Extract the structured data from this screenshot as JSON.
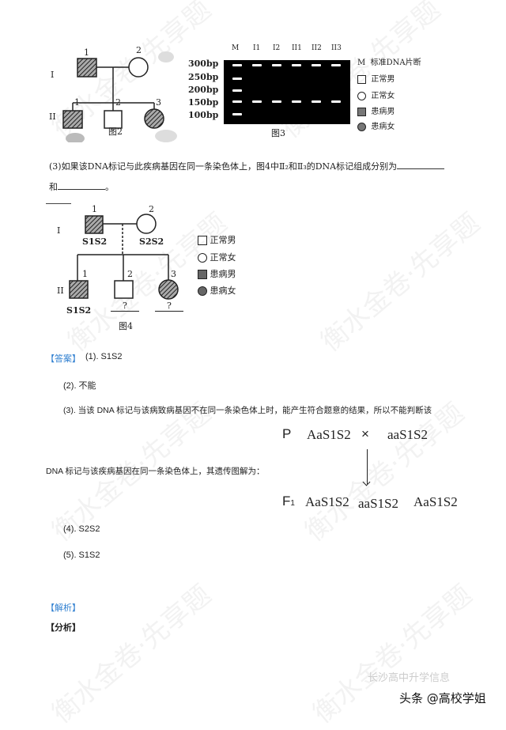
{
  "figure2": {
    "generation_labels": [
      "I",
      "II"
    ],
    "individual_numbers": [
      "1",
      "2",
      "1",
      "2",
      "3"
    ],
    "caption": "图2"
  },
  "figure3": {
    "lane_labels": [
      "M",
      "I1",
      "I2",
      "II1",
      "II2",
      "II3"
    ],
    "bp_labels": [
      "300bp",
      "250bp",
      "200bp",
      "150bp",
      "100bp"
    ],
    "caption": "图3",
    "legend": [
      {
        "symbol": "M",
        "label": "标准DNA片断"
      },
      {
        "symbol": "square-open",
        "label": "正常男"
      },
      {
        "symbol": "circle-open",
        "label": "正常女"
      },
      {
        "symbol": "square-filled",
        "label": "患病男"
      },
      {
        "symbol": "circle-filled",
        "label": "患病女"
      }
    ]
  },
  "question3": {
    "text": "(3)如果该DNA标记与此疾病基因在同一条染色体上，图4中Ⅱ₂和Ⅱ₃的DNA标记组成分别为",
    "and_text": "和",
    "end": "。"
  },
  "figure4": {
    "generation_labels": [
      "I",
      "II"
    ],
    "individuals": [
      {
        "gen": "I",
        "num": "1",
        "genotype": "S1S2"
      },
      {
        "gen": "I",
        "num": "2",
        "genotype": "S2S2"
      },
      {
        "gen": "II",
        "num": "1",
        "genotype": "S1S2"
      },
      {
        "gen": "II",
        "num": "2",
        "genotype": "?"
      },
      {
        "gen": "II",
        "num": "3",
        "genotype": "?"
      }
    ],
    "caption": "图4",
    "legend": [
      "正常男",
      "正常女",
      "患病男",
      "患病女"
    ]
  },
  "answer": {
    "heading": "【答案】",
    "items": [
      "(1). S1S2",
      "(2). 不能",
      "(3). 当该 DNA 标记与该病致病基因不在同一条染色体上时，能产生符合题意的结果，所以不能判断该",
      "(4). S2S2",
      "(5). S1S2"
    ],
    "item3_cont": "DNA 标记与该疾病基因在同一条染色体上，其遗传图解为：",
    "cross": {
      "p_label": "P",
      "parent1": "AaS1S2",
      "times": "×",
      "parent2": "aaS1S2",
      "f1_label": "F",
      "f1_sub": "1",
      "offspring": [
        "AaS1S2",
        "aaS1S2",
        "AaS1S2"
      ]
    }
  },
  "analysis": {
    "heading": "【解析】",
    "sub_heading": "【分析】"
  },
  "watermark": {
    "text": "衡水金卷·先享题",
    "footer": "头条 @高校学姐",
    "footer_faint": "长沙高中升学信息"
  },
  "colors": {
    "accent": "#2f7fd0",
    "text": "#222222",
    "gel": "#000000"
  }
}
